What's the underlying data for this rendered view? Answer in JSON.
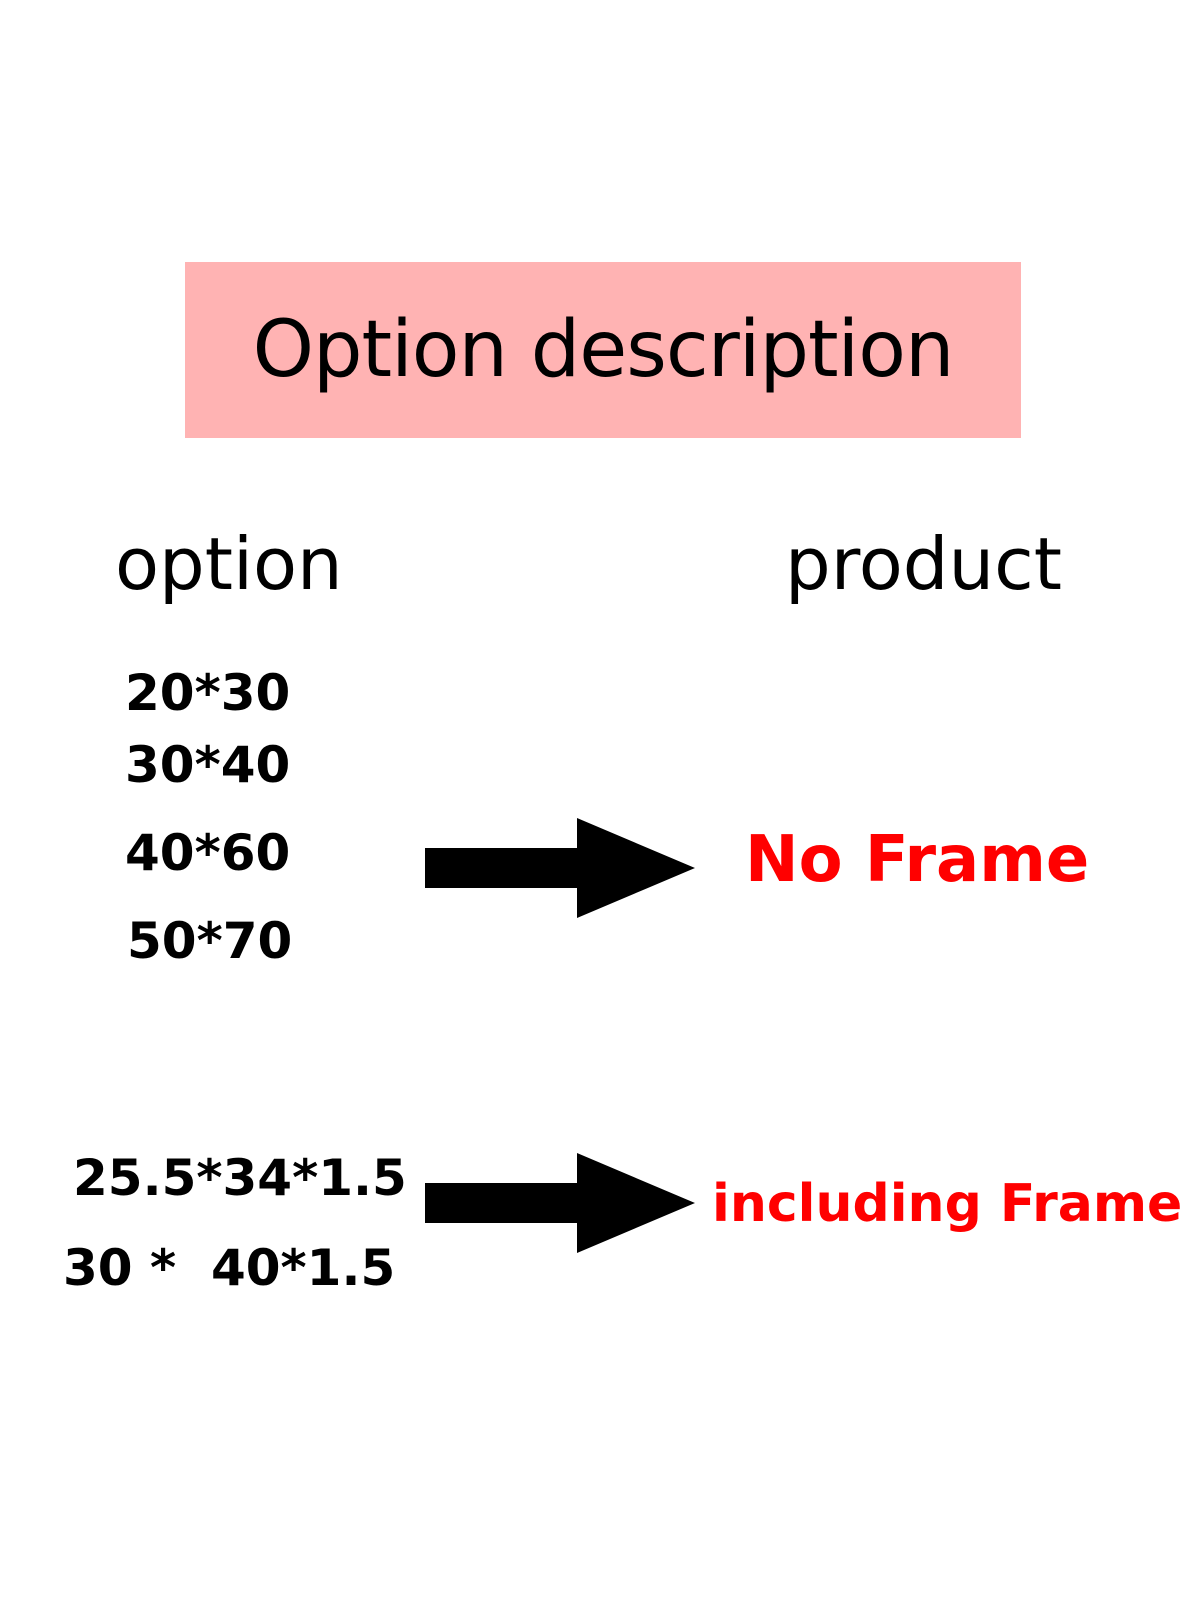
{
  "title": "Option description",
  "headers": {
    "option": "option",
    "product": "product"
  },
  "group_no_frame": {
    "sizes": [
      "20*30",
      "30*40",
      "40*60",
      "50*70"
    ],
    "product": "No Frame"
  },
  "group_frame": {
    "sizes": [
      "25.5*34*1.5",
      "30 *  40*1.5"
    ],
    "product": "including Frame"
  },
  "colors": {
    "title_background": "#FFB3B3",
    "product_text": "#FF0000",
    "text": "#000000",
    "arrow": "#000000"
  },
  "icons": {
    "arrow": "right-arrow-icon"
  }
}
